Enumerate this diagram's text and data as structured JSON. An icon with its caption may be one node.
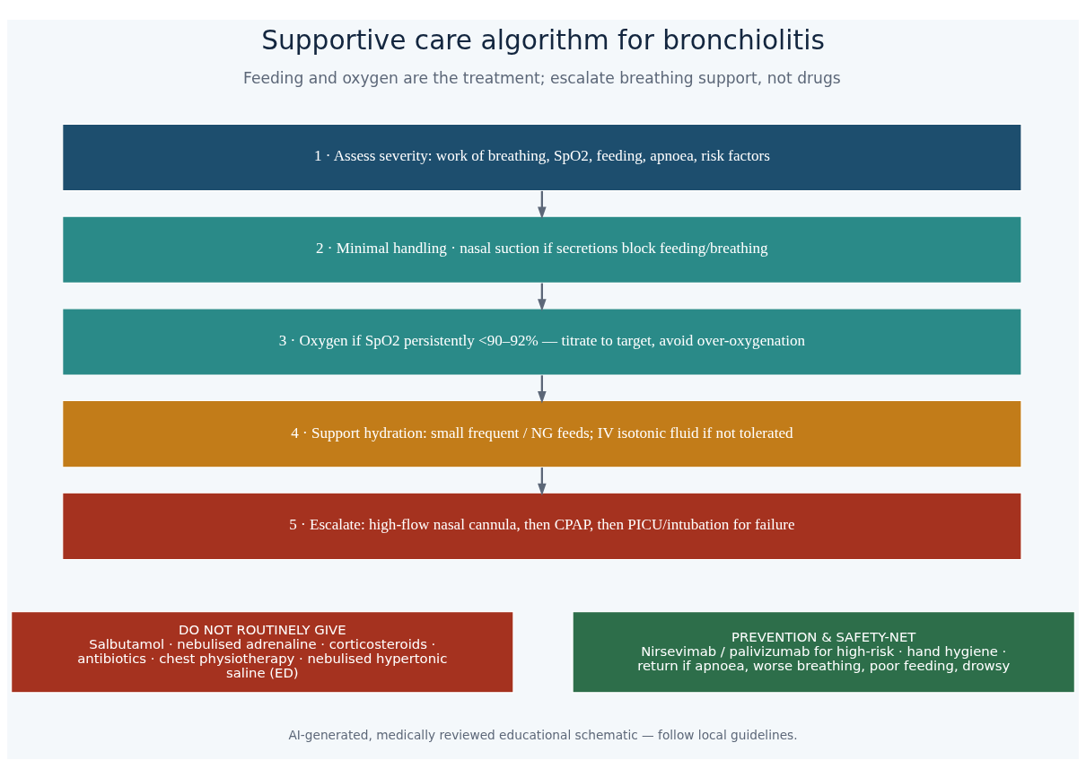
{
  "diagram": {
    "title": "Supportive care algorithm for bronchiolitis",
    "nodes": [
      {
        "text": [
          "1 · Assess severity: work of breathing, SpO2, feeding, apnoea, risk factors"
        ]
      },
      {
        "text": [
          "2 · Minimal handling · nasal suction if secretions block feeding/breathing"
        ]
      },
      {
        "text": [
          "3 · Oxygen if SpO2 persistently <90–92% — titrate to target, avoid over-oxygenation"
        ]
      },
      {
        "text": [
          "4 · Support hydration: small frequent / NG feeds; IV isotonic fluid if not tolerated"
        ]
      },
      {
        "text": [
          "5 · Escalate: high-flow nasal cannula, then CPAP, then PICU/intubation for failure"
        ]
      },
      {
        "text": [
          "DO NOT ROUTINELY GIVE",
          "Salbutamol · nebulised adrenaline · corticosteroids · antibiotics · chest physiotherapy · nebulised hypertonic saline (ED)"
        ]
      },
      {
        "text": [
          "PREVENTION & SAFETY-NET",
          "Nirsevimab / palivizumab for high-risk · hand hygiene · return if apnoea, worse breathing, poor feeding, drowsy"
        ]
      }
    ],
    "edges": [
      {
        "from": 0,
        "to": 1,
        "arrow": "to"
      },
      {
        "from": 1,
        "to": 2,
        "arrow": "to"
      },
      {
        "from": 2,
        "to": 3,
        "arrow": "to"
      },
      {
        "from": 3,
        "to": 4,
        "arrow": "to"
      }
    ],
    "labels": [
      "Feeding and oxygen are the treatment; escalate breathing support, not drugs",
      "AI-generated, medically reviewed educational schematic — follow local guidelines."
    ]
  }
}
